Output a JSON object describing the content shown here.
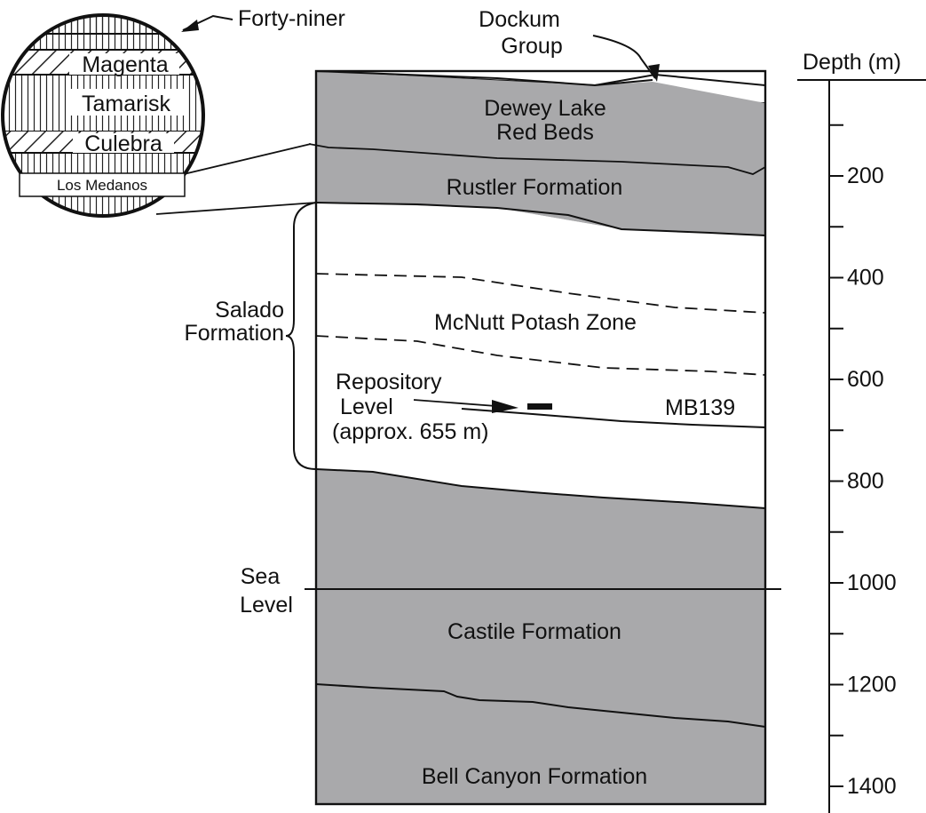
{
  "labels": {
    "forty_niner": "Forty-niner",
    "dockum_line1": "Dockum",
    "dockum_line2": "Group",
    "depth_title": "Depth (m)",
    "magenta": "Magenta",
    "tamarisk": "Tamarisk",
    "culebra": "Culebra",
    "los_medanos": "Los Medanos",
    "dewey_line1": "Dewey Lake",
    "dewey_line2": "Red Beds",
    "rustler": "Rustler Formation",
    "salado_line1": "Salado",
    "salado_line2": "Formation",
    "mcnutt": "McNutt Potash Zone",
    "repository_line1": "Repository",
    "repository_line2": "Level",
    "repository_line3": "(approx. 655 m)",
    "mb139": "MB139",
    "sea_line1": "Sea",
    "sea_line2": "Level",
    "castile": "Castile Formation",
    "bell_canyon": "Bell Canyon Formation"
  },
  "depth_axis": {
    "ticks": [
      "200",
      "400",
      "600",
      "800",
      "1000",
      "1200",
      "1400"
    ]
  },
  "colors": {
    "rock_fill": "#a9a9ab",
    "line": "#111111",
    "background": "#ffffff"
  }
}
